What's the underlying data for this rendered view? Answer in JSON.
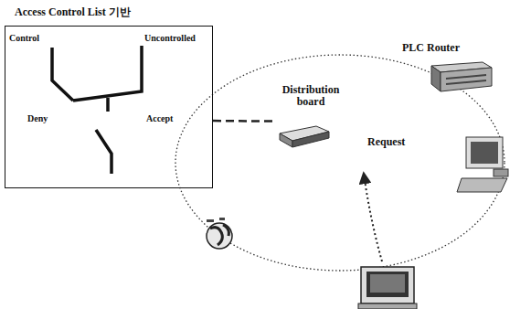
{
  "diagram": {
    "nodes": [
      {
        "text": [
          "Access Control List 기반"
        ]
      },
      {
        "text": [
          "Distribution board"
        ]
      },
      {
        "text": [
          "PLC Router"
        ]
      }
    ],
    "edges": [
      {
        "from": 0,
        "to": 1,
        "arrow": "none"
      }
    ],
    "labels": [
      "Control",
      "Uncontrolled",
      "Deny",
      "Accept",
      "Request"
    ]
  }
}
